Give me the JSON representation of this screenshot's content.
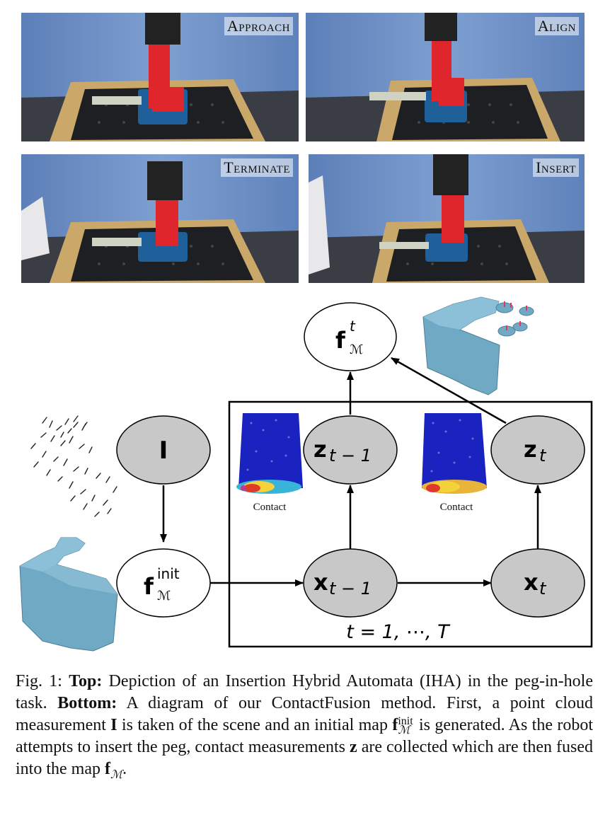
{
  "panels": [
    {
      "label": "Approach"
    },
    {
      "label": "Align"
    },
    {
      "label": "Terminate"
    },
    {
      "label": "Insert"
    }
  ],
  "diagram": {
    "nodes": {
      "f_top": {
        "base": "f",
        "sup": "t",
        "sub": "ℳ"
      },
      "I": {
        "base": "I"
      },
      "f_init": {
        "base": "f",
        "sup": "init",
        "sub": "ℳ"
      },
      "z_prev": {
        "base": "z",
        "sub": "t − 1"
      },
      "z_t": {
        "base": "z",
        "sub": "t"
      },
      "x_prev": {
        "base": "x",
        "sub": "t − 1"
      },
      "x_t": {
        "base": "x",
        "sub": "t"
      }
    },
    "contact_labels": [
      "Contact",
      "Contact"
    ],
    "plate_label": "t = 1, ⋯, T",
    "colors": {
      "shaded_node": "#c8c8c8",
      "mesh": "#6fa9c4",
      "cloud": "#1a22c0"
    }
  },
  "caption": {
    "prefix": "Fig. 1: ",
    "top_bold": "Top:",
    "top_text": " Depiction of an Insertion Hybrid Automata (IHA) in the peg-in-hole task. ",
    "bottom_bold": "Bottom:",
    "bottom_text_1": " A diagram of our ContactFusion method. First, a point cloud measurement ",
    "sym_I": "I",
    "text_2": " is taken of the scene and an initial map ",
    "sym_f": "f",
    "sym_f_sup": "init",
    "sym_f_sub": "ℳ",
    "text_3": " is generated. As the robot attempts to insert the peg, contact measurements ",
    "sym_z": "z",
    "text_4": " are collected which are then fused into the map ",
    "sym_f2": "f",
    "sym_f2_sub": "ℳ",
    "text_5": "."
  }
}
